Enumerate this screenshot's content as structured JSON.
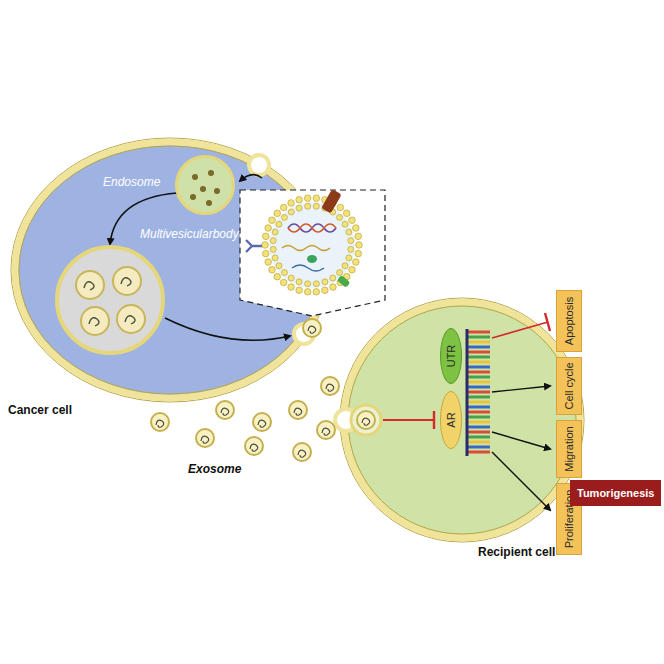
{
  "diagram": {
    "nodes": [
      {
        "text": [
          "Cancer cell"
        ]
      },
      {
        "text": [
          "Endosome"
        ],
        "in": 0
      },
      {
        "text": [
          "Multivesicularbody"
        ],
        "in": 0
      },
      {
        "text": [
          "Recipient cell"
        ]
      },
      {
        "text": [
          "UTR"
        ],
        "in": 3
      },
      {
        "text": [
          "AR"
        ],
        "in": 3
      },
      {
        "text": [
          "Apoptosis"
        ],
        "in": 3
      },
      {
        "text": [
          "Cell cycle"
        ],
        "in": 3
      },
      {
        "text": [
          "Migration"
        ],
        "in": 3
      },
      {
        "text": [
          "Proliferation"
        ],
        "in": 3
      },
      {
        "text": [
          "Tumorigenesis"
        ]
      }
    ],
    "edges": [
      {
        "from": 1,
        "to": 2,
        "arrow": "to"
      },
      {
        "from": 9,
        "to": 10,
        "arrow": "to"
      }
    ],
    "labels": [
      "Exosome"
    ]
  }
}
